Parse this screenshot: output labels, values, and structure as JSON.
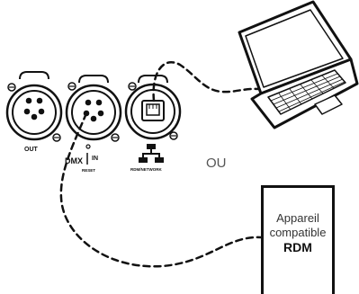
{
  "panel": {
    "out_label": "OUT",
    "dmx_label": "DMX",
    "in_label": "IN",
    "reset_label": "RESET",
    "network_label": "RDM/NETWORK"
  },
  "separator_word": "OU",
  "device": {
    "line1": "Appareil",
    "line2": "compatible",
    "line3": "RDM"
  }
}
